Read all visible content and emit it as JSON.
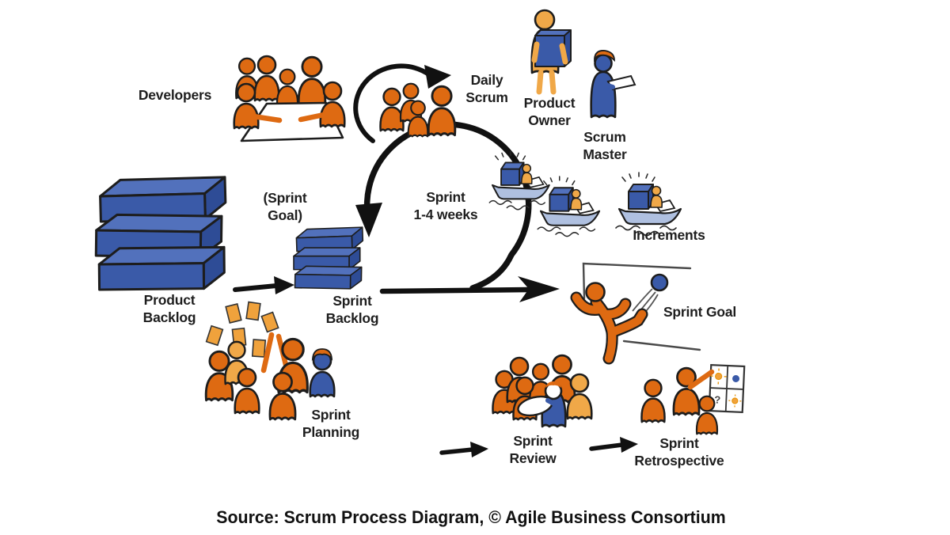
{
  "diagram": {
    "labels": {
      "developers": "Developers",
      "daily_scrum": "Daily\nScrum",
      "product_owner": "Product\nOwner",
      "scrum_master": "Scrum\nMaster",
      "sprint_goal_hint": "(Sprint\nGoal)",
      "sprint_duration": "Sprint\n1-4 weeks",
      "increments": "Increments",
      "product_backlog": "Product\nBacklog",
      "sprint_backlog": "Sprint\nBacklog",
      "sprint_planning": "Sprint\nPlanning",
      "sprint_goal": "Sprint Goal",
      "sprint_review": "Sprint\nReview",
      "sprint_retrospective": "Sprint\nRetrospective"
    },
    "icons": {
      "question_mark": "?"
    },
    "caption": "Source: Scrum Process Diagram, © Agile Business Consortium",
    "palette": {
      "orange": "#DE6A12",
      "light_orange": "#F0A848",
      "blue": "#3A5AA8",
      "light_blue": "#AFC0E0",
      "ink": "#1D1D1D",
      "background": "#FFFFFF"
    }
  }
}
